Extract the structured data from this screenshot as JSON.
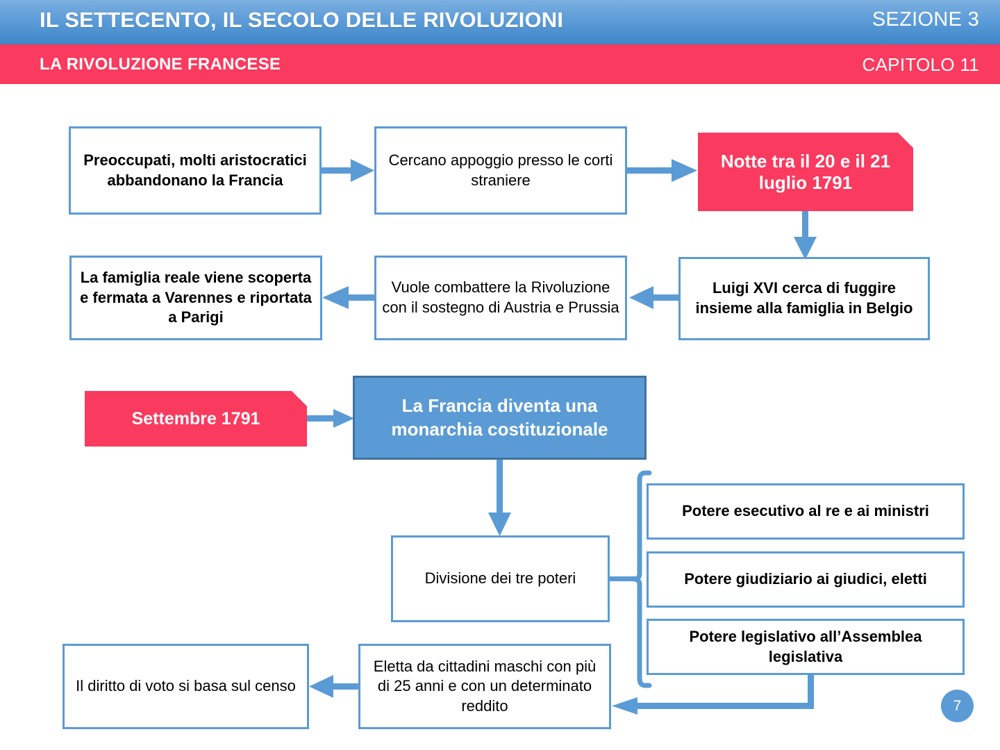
{
  "header": {
    "title": "IL SETTECENTO, IL SECOLO DELLE RIVOLUZIONI",
    "section": "SEZIONE 3",
    "subtitle": "LA RIVOLUZIONE FRANCESE",
    "chapter": "CAPITOLO 11",
    "band_color": "#5D9CD8",
    "sub_band_color": "#FA3A5E"
  },
  "diagram": {
    "accent_blue": "#5B9BD5",
    "accent_blue_dark": "#41719C",
    "accent_pink": "#FA3A5E",
    "nodes": {
      "aristocratici": "Preoccupati, molti aristocratici abbandonano la Francia",
      "corti_straniere": "Cercano appoggio presso le corti straniere",
      "notte_luglio": "Notte tra il 20 e il 21 luglio 1791",
      "luigi_fugge": "Luigi XVI cerca di fuggire insieme alla famiglia in Belgio",
      "vuole_combattere": "Vuole combattere la Rivoluzione con il sostegno di Austria e Prussia",
      "famiglia_scoperta": "La famiglia reale viene scoperta e fermata a Varennes e riportata a Parigi",
      "settembre": "Settembre 1791",
      "monarchia": "La Francia diventa una monarchia costituzionale",
      "divisione": "Divisione dei tre poteri",
      "potere_esecutivo": "Potere esecutivo al re e ai ministri",
      "potere_giudiziario": "Potere giudiziario ai giudici, eletti",
      "potere_legislativo": "Potere legislativo all’Assemblea legislativa",
      "eletta": "Eletta da cittadini maschi con più di 25 anni e con un determinato reddito",
      "diritto_voto": "Il diritto di voto si basa sul censo"
    }
  },
  "footer": {
    "page_number": "7"
  }
}
